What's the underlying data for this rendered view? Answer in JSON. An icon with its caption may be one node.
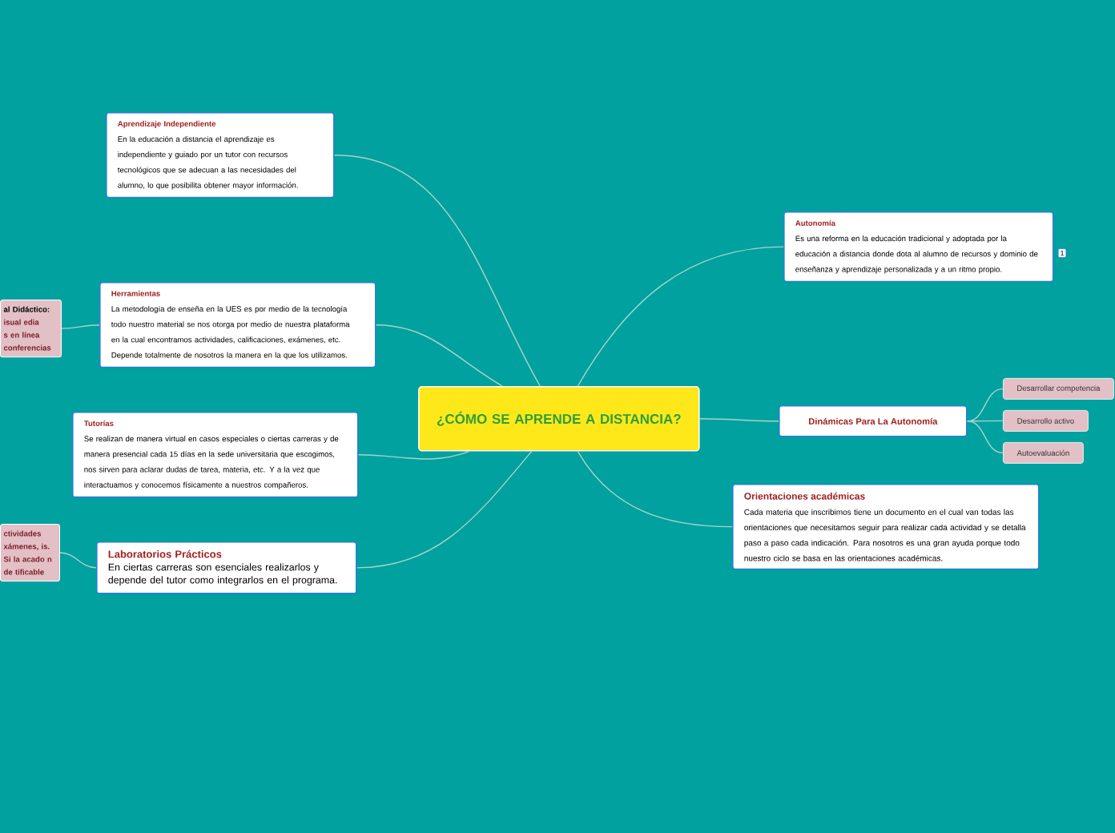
{
  "diagram": {
    "nodes": [
      {
        "text": [
          "¿CÓMO SE APRENDE A DISTANCIA?"
        ]
      },
      {
        "text": [
          "Aprendizaje Independiente",
          "En la educación a distancia el aprendizaje es independiente y guiado por un tutor con recursos tecnológicos que se adecuan a las necesidades del alumno, lo que posibilita obtener mayor información."
        ]
      },
      {
        "text": [
          "Herramientas",
          "La metodología de enseña en la UES es por medio de la tecnología todo nuestro material se nos otorga por medio de nuestra plataforma en la cual encontramos actividades, calificaciones, exámenes, etc. Depende totalmente de nosotros la manera en la que los utilizamos."
        ]
      },
      {
        "text": [
          "al Didáctico:",
          "isual edia s en línea conferencias"
        ]
      },
      {
        "text": [
          "Tutorías",
          "Se realizan de manera virtual en casos especiales o ciertas carreras y de manera presencial cada 15 días en la sede universitaria que escogimos, nos sirven para aclarar dudas de tarea, materia, etc. Y a la vez que interactuamos y conocemos físicamente a nuestros compañeros."
        ]
      },
      {
        "text": [
          "Laboratorios Prácticos",
          "En ciertas carreras son esenciales realizarlos y depende del tutor como integrarlos en el programa."
        ]
      },
      {
        "text": [
          "ctividades xámenes, is. Si la acado n de tificable"
        ]
      },
      {
        "text": [
          "Autonomía",
          "Es una reforma en la educación tradicional y adoptada por la educación a distancia donde dota al alumno de recursos y dominio de enseñanza y aprendizaje personalizada y a un ritmo propio."
        ]
      },
      {
        "text": [
          "Dinámicas Para La Autonomía"
        ]
      },
      {
        "text": [
          "Desarrollar competencia"
        ]
      },
      {
        "text": [
          "Desarrollo activo"
        ]
      },
      {
        "text": [
          "Autoevaluación"
        ]
      },
      {
        "text": [
          "Orientaciones académicas",
          "Cada materia que inscribimos tiene un documento en el cual van todas las orientaciones que necesitamos seguir para realizar cada actividad y se detalla paso a paso cada indicación. Para nosotros es una gran ayuda porque todo nuestro ciclo se basa en las orientaciones académicas."
        ]
      }
    ],
    "edges": [
      {
        "from": 0,
        "to": 1,
        "arrow": "none"
      },
      {
        "from": 0,
        "to": 2,
        "arrow": "none"
      },
      {
        "from": 2,
        "to": 3,
        "arrow": "none"
      },
      {
        "from": 0,
        "to": 4,
        "arrow": "none"
      },
      {
        "from": 0,
        "to": 5,
        "arrow": "none"
      },
      {
        "from": 5,
        "to": 6,
        "arrow": "none"
      },
      {
        "from": 0,
        "to": 7,
        "arrow": "none"
      },
      {
        "from": 0,
        "to": 8,
        "arrow": "none"
      },
      {
        "from": 8,
        "to": 9,
        "arrow": "none"
      },
      {
        "from": 8,
        "to": 10,
        "arrow": "none"
      },
      {
        "from": 8,
        "to": 11,
        "arrow": "none"
      },
      {
        "from": 0,
        "to": 12,
        "arrow": "none"
      }
    ],
    "labels": [
      "1"
    ]
  }
}
